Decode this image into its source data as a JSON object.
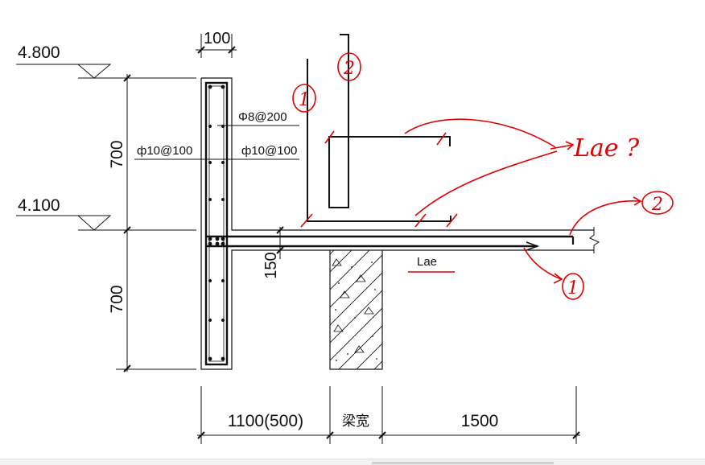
{
  "levels": {
    "upper": "4.800",
    "lower": "4.100"
  },
  "dims": {
    "wall_thickness": "100",
    "upper_height": "700",
    "lower_height": "700",
    "slab_thickness": "150",
    "span_left": "1100(500)",
    "span_beam": "梁宽",
    "span_right": "1500"
  },
  "rebar": {
    "horizontal_bars": "Φ8@200",
    "vertical_left": "ф10@100",
    "vertical_right": "ф10@100"
  },
  "anchorage_label": "Lae",
  "annotations": {
    "marker_1_top": "1",
    "marker_2_top": "2",
    "question": "Lae ?",
    "marker_2_right": "2",
    "marker_1_bottom": "1"
  },
  "colors": {
    "ink": "#111111",
    "markup": "#e00000"
  }
}
